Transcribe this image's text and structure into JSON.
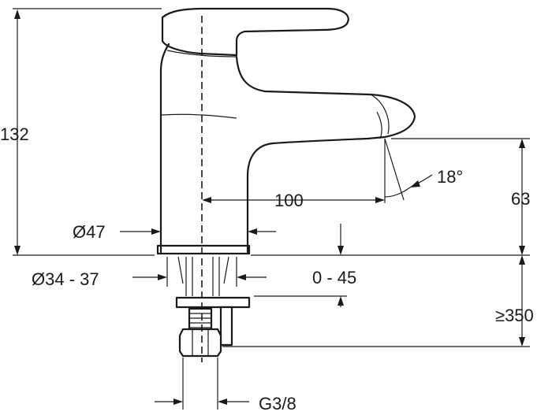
{
  "dimensions": {
    "total_height": "132",
    "spout_reach": "100",
    "spout_angle": "18°",
    "spout_height": "63",
    "body_diameter": "Ø47",
    "hole_diameter": "Ø34 - 37",
    "deck_thickness": "0 - 45",
    "hose_length": "≥350",
    "connection_thread": "G3/8"
  },
  "colors": {
    "ink": "#1a1a1a",
    "background": "#ffffff"
  }
}
